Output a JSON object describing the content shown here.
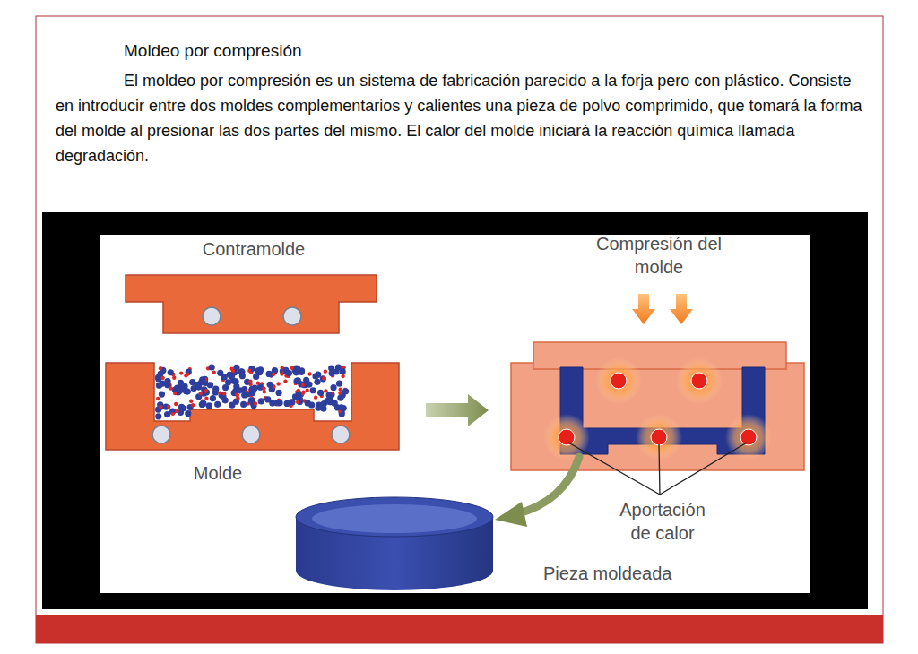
{
  "diagram": {
    "title": "Moldeo por compresión",
    "labels": [
      "El moldeo por compresión es un sistema de fabricación parecido a la forja pero con plástico. Consiste en introducir entre dos moldes complementarios y calientes una pieza de polvo comprimido, que tomará la forma del molde al presionar las dos partes del mismo. El calor del molde iniciará la reacción química llamada degradación.",
      "Contramolde",
      "Molde",
      "Compresión del molde",
      "Aportación de calor",
      "Pieza moldeada"
    ]
  }
}
